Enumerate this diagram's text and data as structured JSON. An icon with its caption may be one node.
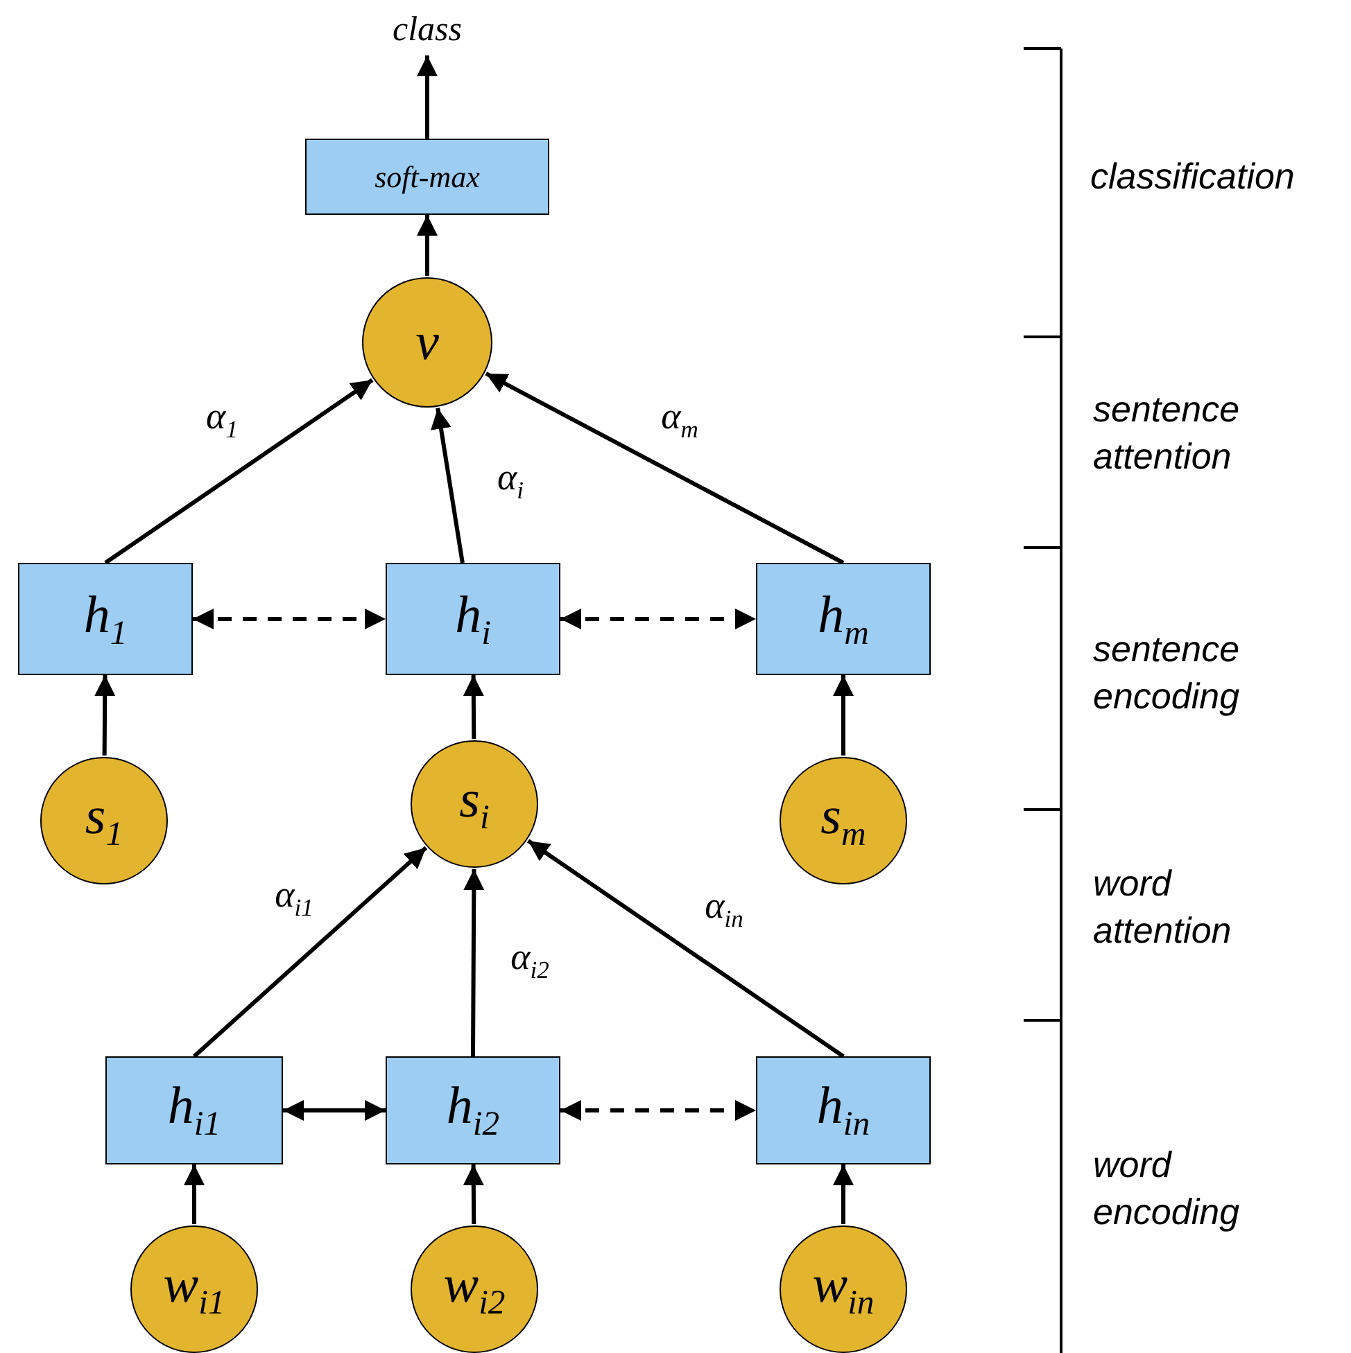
{
  "diagram": {
    "nodes": [
      {
        "text": [
          "class"
        ]
      },
      {
        "text": [
          "soft-max"
        ]
      },
      {
        "text": [
          "v"
        ]
      },
      {
        "text": [
          "h$_{1}$"
        ]
      },
      {
        "text": [
          "h$_{i}$"
        ]
      },
      {
        "text": [
          "h$_{m}$"
        ]
      },
      {
        "text": [
          "s$_{1}$"
        ]
      },
      {
        "text": [
          "s$_{i}$"
        ]
      },
      {
        "text": [
          "s$_{m}$"
        ]
      },
      {
        "text": [
          "h$_{i1}$"
        ]
      },
      {
        "text": [
          "h$_{i2}$"
        ]
      },
      {
        "text": [
          "h$_{in}$"
        ]
      },
      {
        "text": [
          "w$_{i1}$"
        ]
      },
      {
        "text": [
          "w$_{i2}$"
        ]
      },
      {
        "text": [
          "w$_{in}$"
        ]
      }
    ],
    "edges": [
      {
        "from": 1,
        "to": 0,
        "arrow": "to"
      },
      {
        "from": 2,
        "to": 1,
        "arrow": "to"
      },
      {
        "from": 3,
        "to": 2,
        "arrow": "to",
        "label": "α$_{1}$"
      },
      {
        "from": 4,
        "to": 2,
        "arrow": "to",
        "label": "α$_{i}$"
      },
      {
        "from": 5,
        "to": 2,
        "arrow": "to",
        "label": "α$_{m}$"
      },
      {
        "from": 3,
        "to": 4,
        "arrow": "both",
        "style": "dashed"
      },
      {
        "from": 4,
        "to": 5,
        "arrow": "both",
        "style": "dashed"
      },
      {
        "from": 6,
        "to": 3,
        "arrow": "to"
      },
      {
        "from": 7,
        "to": 4,
        "arrow": "to"
      },
      {
        "from": 8,
        "to": 5,
        "arrow": "to"
      },
      {
        "from": 9,
        "to": 7,
        "arrow": "to",
        "label": "α$_{i1}$"
      },
      {
        "from": 10,
        "to": 7,
        "arrow": "to",
        "label": "α$_{i2}$"
      },
      {
        "from": 11,
        "to": 7,
        "arrow": "to",
        "label": "α$_{in}$"
      },
      {
        "from": 9,
        "to": 10,
        "arrow": "both"
      },
      {
        "from": 10,
        "to": 11,
        "arrow": "both",
        "style": "dashed"
      },
      {
        "from": 12,
        "to": 9,
        "arrow": "to"
      },
      {
        "from": 13,
        "to": 10,
        "arrow": "to"
      },
      {
        "from": 14,
        "to": 11,
        "arrow": "to"
      }
    ],
    "labels": [
      "classification",
      "sentence attention",
      "sentence encoding",
      "word attention",
      "word encoding"
    ]
  }
}
